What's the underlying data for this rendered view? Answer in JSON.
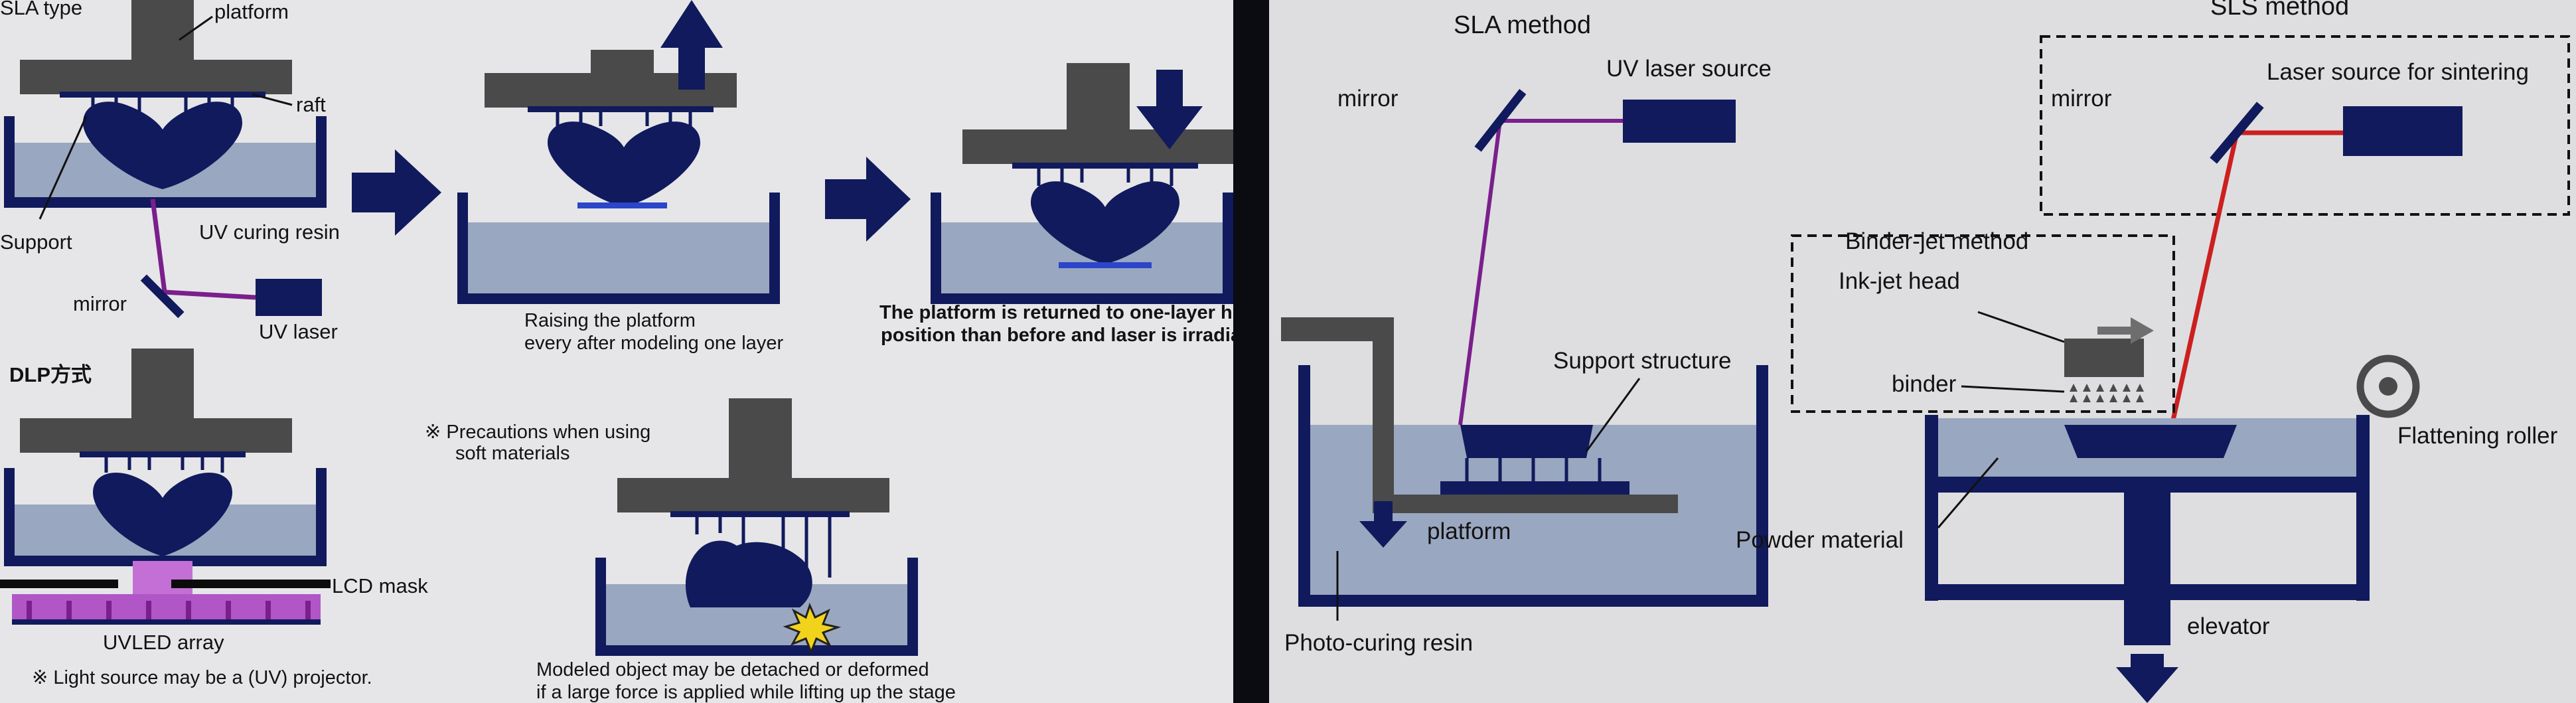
{
  "colors": {
    "panel_bg": "#e6e6e8",
    "structure_dark": "#4a4a4a",
    "navy": "#101a5c",
    "resin": "#9aa7c0",
    "uv_laser_beam": "#7a1f8c",
    "sintering_laser_beam": "#cc1f1f"
  },
  "left": {
    "sla_type": "SLA type",
    "platform": "platform",
    "raft": "raft",
    "support": "Support",
    "uv_curing_resin": "UV curing resin",
    "mirror": "mirror",
    "uv_laser": "UV laser",
    "step2_caption_1": "Raising the platform",
    "step2_caption_2": "every after modeling one layer",
    "step3_caption_1": "The platform is returned to one-layer higher",
    "step3_caption_2": "position than before and laser is irradiated",
    "dlp_title": "DLP方式",
    "lcd_mask": "LCD mask",
    "uvled_array": "UVLED array",
    "light_source_note": "※ Light source may be a (UV) projector.",
    "precautions_1": "※ Precautions when using",
    "precautions_2": "soft materials",
    "detached_1": "Modeled object may be detached or deformed",
    "detached_2": "if a large force is applied while lifting up the stage"
  },
  "right": {
    "sla_method": "SLA method",
    "uv_laser_source": "UV laser source",
    "mirror": "mirror",
    "support_structure": "Support structure",
    "platform": "platform",
    "photo_curing_resin": "Photo-curing resin",
    "sls_method": "SLS method",
    "laser_source_sintering": "Laser source for sintering",
    "sls_mirror": "mirror",
    "binder_jet_method": "Binder-jet method",
    "inkjet_head": "Ink-jet head",
    "binder": "binder",
    "flattening_roller": "Flattening roller",
    "powder_material": "Powder material",
    "elevator": "elevator"
  }
}
